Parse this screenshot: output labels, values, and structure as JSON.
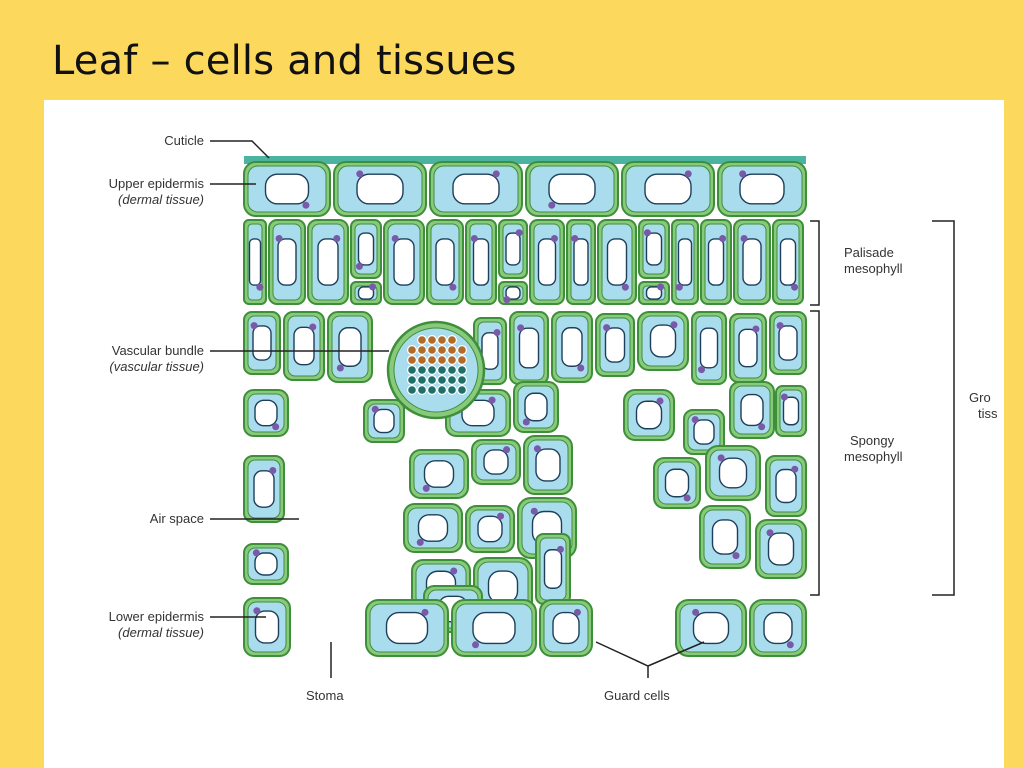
{
  "slide": {
    "title": "Leaf – cells and tissues"
  },
  "colors": {
    "background": "#fcd95c",
    "panel": "#ffffff",
    "cell_fill": "#a9dcec",
    "cell_wall": "#3e8f3a",
    "wall_fill": "#89c97c",
    "nucleus": "#7a5aa8",
    "xylem": "#1e6e6a",
    "phloem": "#b26a28"
  },
  "labels": {
    "cuticle": "Cuticle",
    "upper_epidermis": "Upper epidermis",
    "upper_epidermis_sub": "(dermal tissue)",
    "vascular_bundle": "Vascular bundle",
    "vascular_bundle_sub": "(vascular tissue)",
    "air_space": "Air space",
    "lower_epidermis": "Lower epidermis",
    "lower_epidermis_sub": "(dermal tissue)",
    "stoma": "Stoma",
    "guard_cells": "Guard cells",
    "palisade_1": "Palisade",
    "palisade_2": "mesophyll",
    "spongy_1": "Spongy",
    "spongy_2": "mesophyll",
    "ground_1": "Gro",
    "ground_2": "tiss"
  }
}
